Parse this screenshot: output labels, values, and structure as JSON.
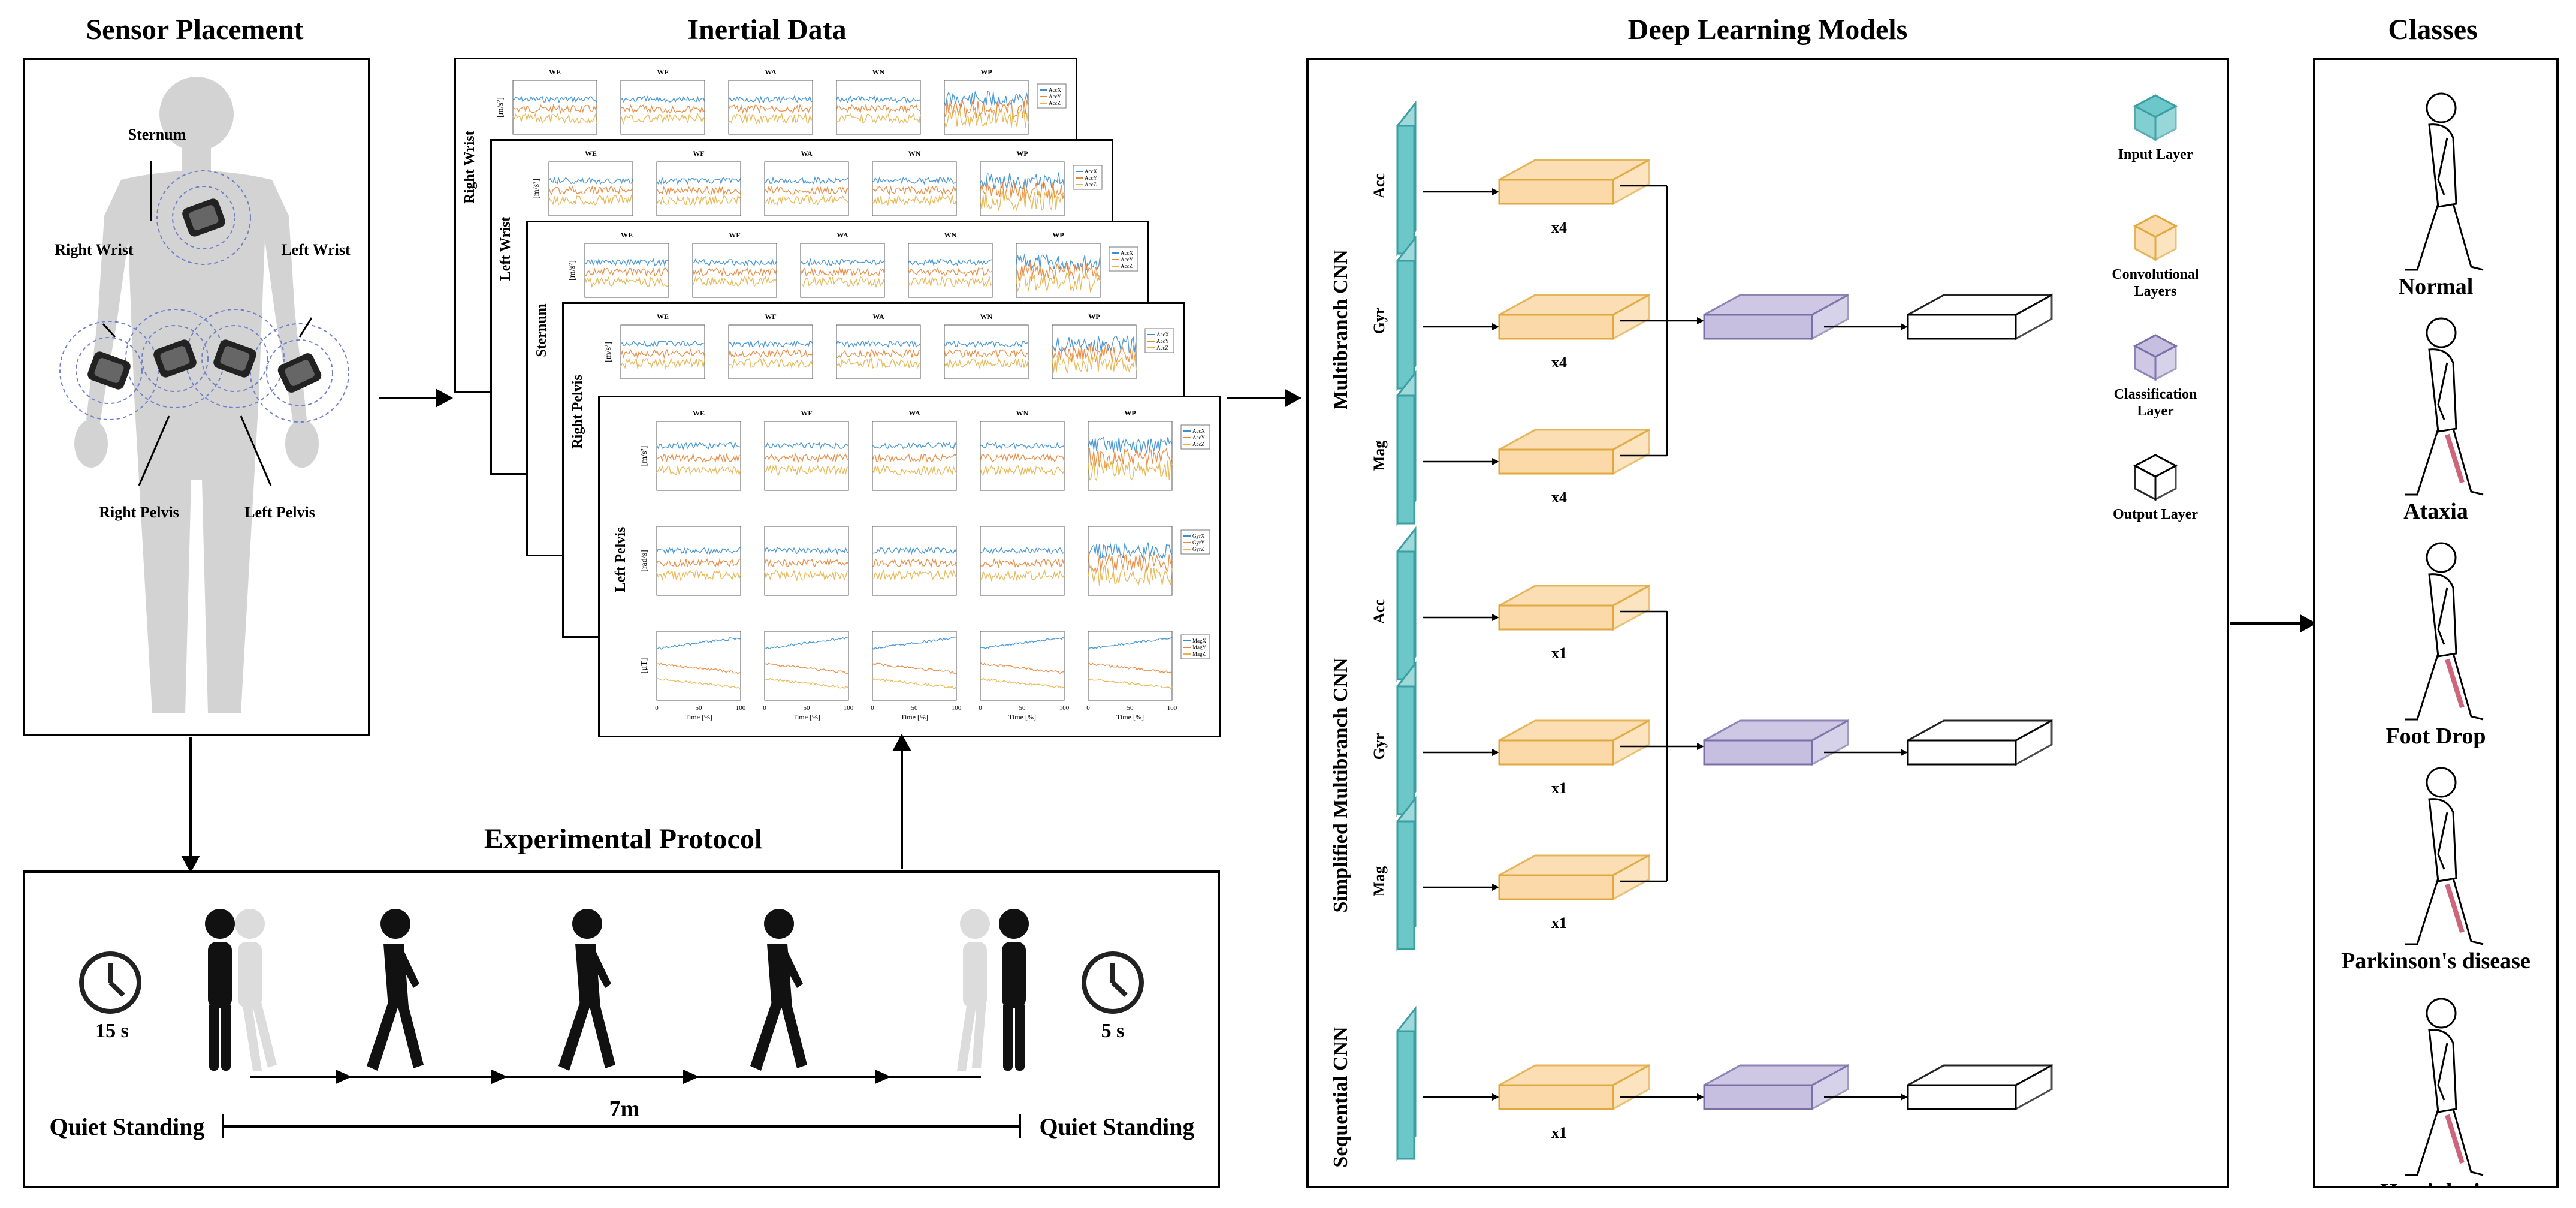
{
  "sections": {
    "sensor_placement": "Sensor Placement",
    "inertial_data": "Inertial Data",
    "deep_learning_models": "Deep Learning Models",
    "classes": "Classes",
    "experimental_protocol": "Experimental Protocol"
  },
  "sensors": {
    "sternum": "Sternum",
    "right_wrist": "Right Wrist",
    "left_wrist": "Left Wrist",
    "right_pelvis": "Right Pelvis",
    "left_pelvis": "Left Pelvis"
  },
  "stack_labels": [
    "Right Wrist",
    "Left Wrist",
    "Sternum",
    "Right Pelvis",
    "Left Pelvis"
  ],
  "plot_columns": [
    "WE",
    "WF",
    "WA",
    "WN",
    "WP"
  ],
  "plot_legends": {
    "acc": [
      "AccX",
      "AccY",
      "AccZ"
    ],
    "gyr": [
      "GyrX",
      "GyrY",
      "GyrZ"
    ],
    "mag": [
      "MagX",
      "MagY",
      "MagZ"
    ]
  },
  "plot_ylabels": [
    "[m/s²]",
    "[rad/s]",
    "[µT]"
  ],
  "plot_xlabel": "Time [%]",
  "plot_xticks": [
    "0",
    "50",
    "100"
  ],
  "series_colors": [
    "#3b8fd0",
    "#e8863a",
    "#e7b44a"
  ],
  "models": [
    {
      "name": "Multibranch CNN",
      "branches": [
        "Acc",
        "Gyr",
        "Mag"
      ],
      "multiplier": "x4"
    },
    {
      "name": "Simplified Multibranch CNN",
      "branches": [
        "Acc",
        "Gyr",
        "Mag"
      ],
      "multiplier": "x1"
    },
    {
      "name": "Sequential CNN",
      "branches": [],
      "multiplier": "x1"
    }
  ],
  "legend": [
    {
      "label": "Input Layer",
      "color": "#6cc7c9",
      "icon": "input-layer-cube-icon"
    },
    {
      "label": "Convolutional Layers",
      "color": "#fcd9a8",
      "icon": "conv-layer-cube-icon"
    },
    {
      "label": "Classification Layer",
      "color": "#c6bfe0",
      "icon": "classification-layer-cube-icon"
    },
    {
      "label": "Output Layer",
      "color": "#ffffff",
      "icon": "output-layer-cube-icon"
    }
  ],
  "class_labels": [
    "Normal",
    "Ataxia",
    "Foot Drop",
    "Parkinson's disease",
    "Hemiplegia"
  ],
  "protocol": {
    "start_time": "15 s",
    "end_time": "5 s",
    "distance": "7m",
    "start_label": "Quiet Standing",
    "end_label": "Quiet Standing"
  },
  "colors": {
    "input": "#6cc7c9",
    "input_dark": "#3a9ea2",
    "conv": "#fcd9a8",
    "conv_dark": "#e0a93f",
    "cls": "#c6bfe0",
    "cls_dark": "#7a70a8",
    "body_gray": "#cfcfcf",
    "sensor_ring": "#6f7fc9",
    "impairment_red": "#c0405a"
  }
}
